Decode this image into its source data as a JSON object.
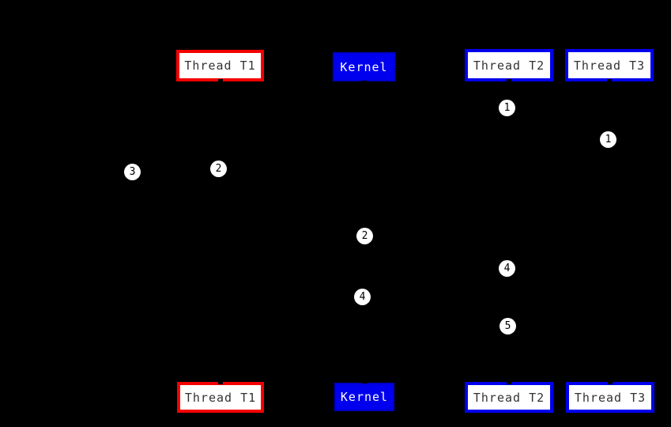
{
  "colors": {
    "background": "#000000",
    "red_border": "#f40000",
    "blue_border": "#0000ee",
    "kernel_fill": "#0000ee",
    "box_fill": "#ffffff",
    "box_text": "#333333",
    "kernel_text": "#ffffff",
    "marker_fill": "#ffffff",
    "marker_text": "#000000"
  },
  "top_row": [
    {
      "label": "Thread T1",
      "style": "red-border"
    },
    {
      "label": "Kernel",
      "style": "kernel"
    },
    {
      "label": "Thread T2",
      "style": "blue-border"
    },
    {
      "label": "Thread T3",
      "style": "blue-border"
    }
  ],
  "bottom_row": [
    {
      "label": "Thread T1",
      "style": "red-border"
    },
    {
      "label": "Kernel",
      "style": "kernel"
    },
    {
      "label": "Thread T2",
      "style": "blue-border"
    },
    {
      "label": "Thread T3",
      "style": "blue-border"
    }
  ],
  "markers": [
    {
      "label": "1"
    },
    {
      "label": "1"
    },
    {
      "label": "3"
    },
    {
      "label": "2"
    },
    {
      "label": "2"
    },
    {
      "label": "4"
    },
    {
      "label": "4"
    },
    {
      "label": "5"
    }
  ]
}
